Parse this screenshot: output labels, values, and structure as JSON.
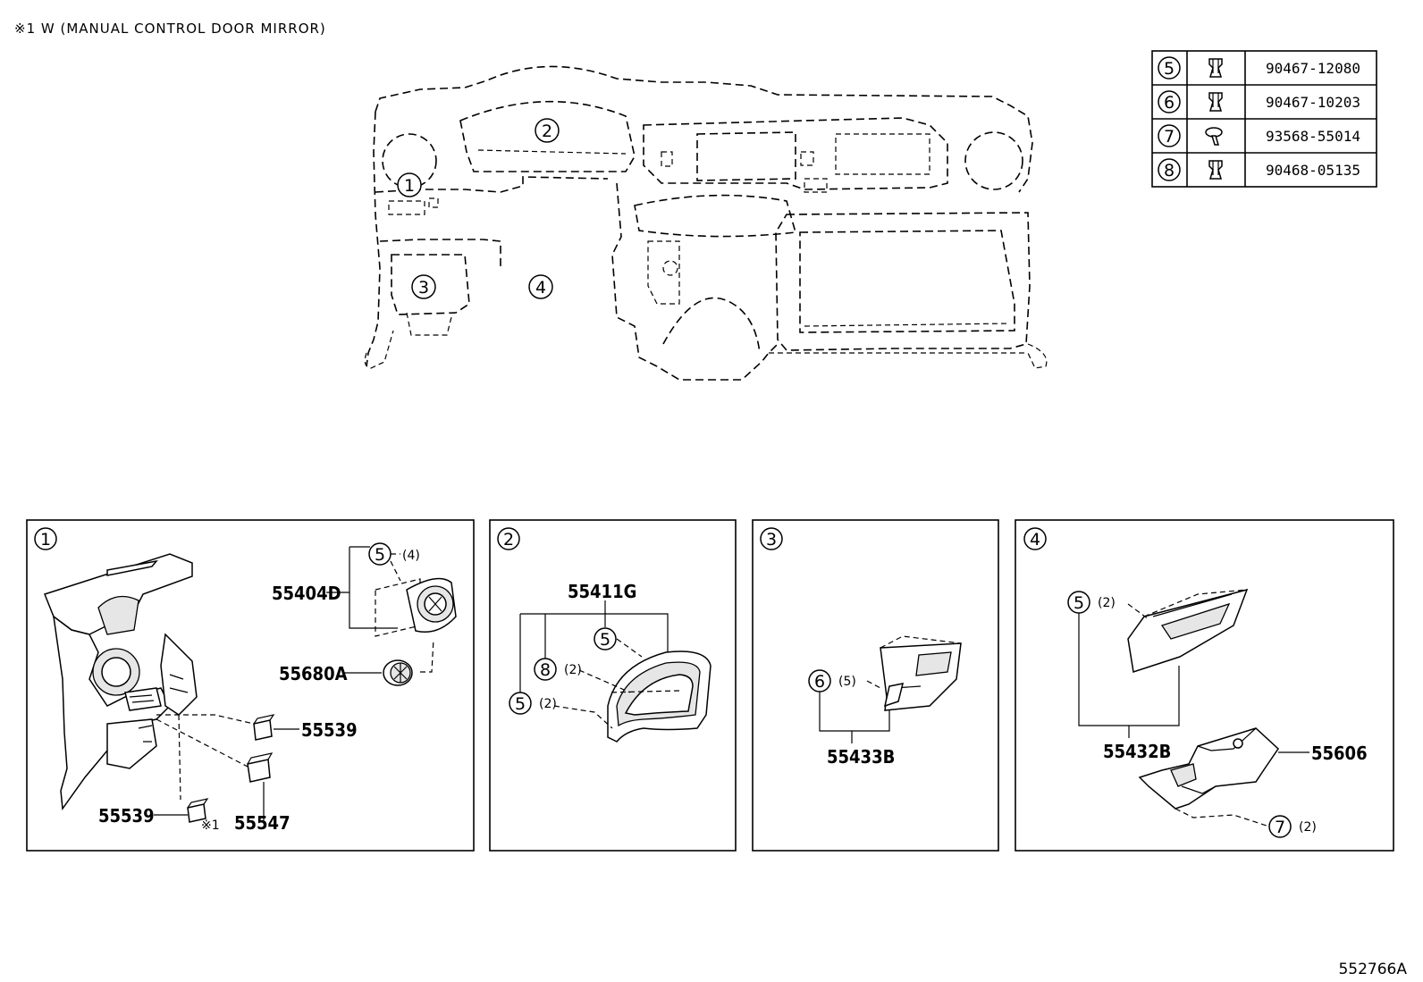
{
  "header": {
    "note": "※1 W (MANUAL CONTROL DOOR MIRROR)"
  },
  "overview": {
    "callouts": [
      "1",
      "2",
      "3",
      "4"
    ]
  },
  "fastener_table": {
    "rows": [
      {
        "ref": "5",
        "icon": "clip-icon",
        "part_no": "90467-12080"
      },
      {
        "ref": "6",
        "icon": "clip-icon",
        "part_no": "90467-10203"
      },
      {
        "ref": "7",
        "icon": "screw-icon",
        "part_no": "93568-55014"
      },
      {
        "ref": "8",
        "icon": "clip-icon",
        "part_no": "90468-05135"
      }
    ]
  },
  "panel1": {
    "id": "1",
    "labels": {
      "p55404D": "55404D",
      "p55680A": "55680A",
      "p55539_right": "55539",
      "p55539_left": "55539",
      "p55547": "55547",
      "note_mark": "※1",
      "clip_ref": "5",
      "clip_qty": "(4)"
    }
  },
  "panel2": {
    "id": "2",
    "labels": {
      "p55411G": "55411G",
      "clip5_top": "5",
      "clip8": "8",
      "clip8_qty": "(2)",
      "clip5_left": "5",
      "clip5_left_qty": "(2)"
    }
  },
  "panel3": {
    "id": "3",
    "labels": {
      "p55433B": "55433B",
      "clip6": "6",
      "clip6_qty": "(5)"
    }
  },
  "panel4": {
    "id": "4",
    "labels": {
      "p55432B": "55432B",
      "p55606": "55606",
      "clip5": "5",
      "clip5_qty": "(2)",
      "screw7": "7",
      "screw7_qty": "(2)"
    }
  },
  "footer": {
    "drawing_code": "552766A"
  }
}
